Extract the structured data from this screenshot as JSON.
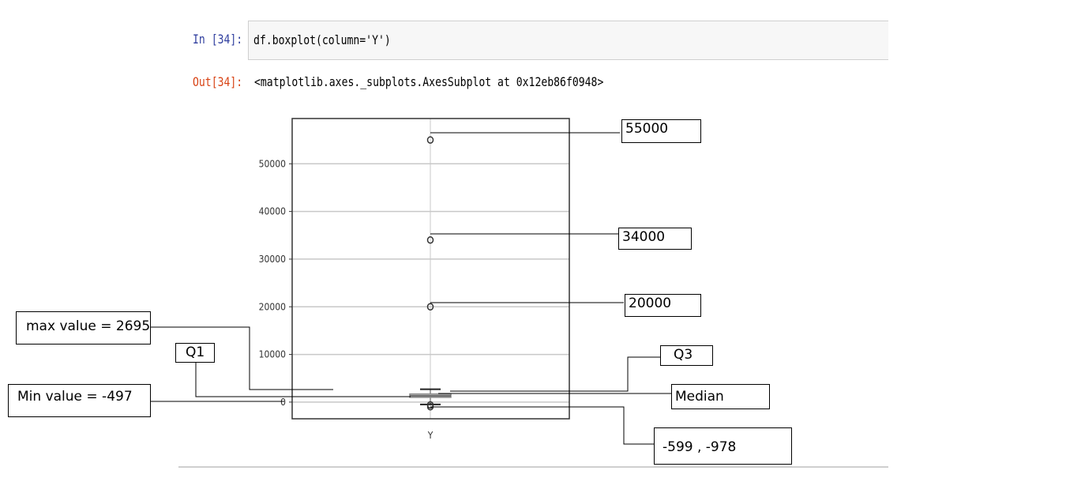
{
  "notebook": {
    "in_prompt": "In [34]:",
    "code": "df.boxplot(column='Y')",
    "out_prompt": "Out[34]:",
    "output_text": "<matplotlib.axes._subplots.AxesSubplot at 0x12eb86f0948>"
  },
  "chart_data": {
    "type": "boxplot",
    "category": "Y",
    "ylim": [
      -3500,
      59500
    ],
    "y_ticks": [
      0,
      10000,
      20000,
      30000,
      40000,
      50000
    ],
    "y_tick_labels": [
      "0",
      "10000",
      "20000",
      "30000",
      "40000",
      "50000"
    ],
    "grid": true,
    "box": {
      "whisker_low": -497,
      "q1": 1000,
      "median": 1300,
      "q3": 1700,
      "whisker_high": 2695
    },
    "outliers": [
      55000,
      34000,
      20000,
      -599,
      -978
    ]
  },
  "annotations": {
    "a55000": "55000",
    "a34000": "34000",
    "a20000": "20000",
    "max": "max value  = 2695",
    "q1": "Q1",
    "q3": "Q3",
    "median": "Median",
    "min": "Min value  = -497",
    "low_outliers": "-599 , -978"
  },
  "colors": {
    "box": "#888888",
    "grid": "#c8c8c8",
    "frame": "#333333"
  }
}
